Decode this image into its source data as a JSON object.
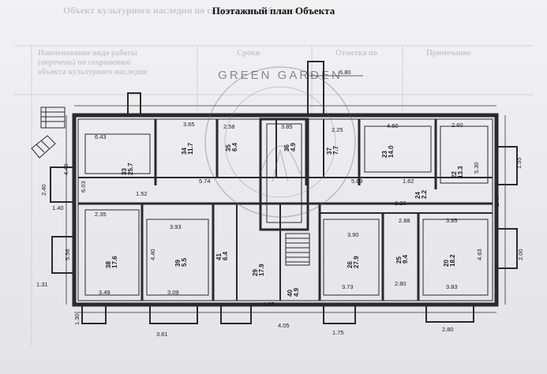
{
  "title": "Поэтажный план Объекта",
  "background_text": {
    "top_line": "Объект культурного наследия по сохранению Объекта.",
    "table_col2": "Наименование вида работы (перечень) по сохранению объекта культурного наследия",
    "table_col3": "Сроки",
    "table_col4": "Отметка по",
    "table_col5": "Примечание"
  },
  "watermark": "GREEN GARDEN",
  "dimensions": {
    "top": [
      "6.43",
      "3.65",
      "2.58",
      "3.85",
      "2.25",
      "4.60",
      "2.60",
      "6.80"
    ],
    "middle": [
      "1.52",
      "2.35",
      "3.93",
      "3.90",
      "2.88",
      "3.85",
      "5.74",
      "5.69",
      "2.23",
      "1.62"
    ],
    "bottom": [
      "3.49",
      "3.09",
      "3.73",
      "2.80",
      "3.83",
      "3.61",
      "4.05",
      "1.95",
      "1.75",
      "2.80"
    ],
    "left": [
      "4.40",
      "5.56",
      "6.03",
      "4.40",
      "1.40",
      "2.40",
      "1.31",
      "1.30"
    ],
    "right": [
      "5.30",
      "1.55",
      "2.40",
      "4.63",
      "2.00"
    ]
  },
  "rooms": [
    {
      "num": "33",
      "area": "25.7"
    },
    {
      "num": "34",
      "area": "11.7"
    },
    {
      "num": "35",
      "area": "6.4"
    },
    {
      "num": "36",
      "area": "4.9"
    },
    {
      "num": "37",
      "area": "7.7"
    },
    {
      "num": "23",
      "area": "14.0"
    },
    {
      "num": "22",
      "area": "13.3"
    },
    {
      "num": "38",
      "area": "17.6"
    },
    {
      "num": "39",
      "area": "5.5"
    },
    {
      "num": "41",
      "area": "6.4"
    },
    {
      "num": "29",
      "area": "17.9"
    },
    {
      "num": "40",
      "area": "4.9"
    },
    {
      "num": "26",
      "area": "27.9"
    },
    {
      "num": "25",
      "area": "9.4"
    },
    {
      "num": "20",
      "area": "18.2"
    },
    {
      "num": "24",
      "area": "2.2"
    }
  ]
}
